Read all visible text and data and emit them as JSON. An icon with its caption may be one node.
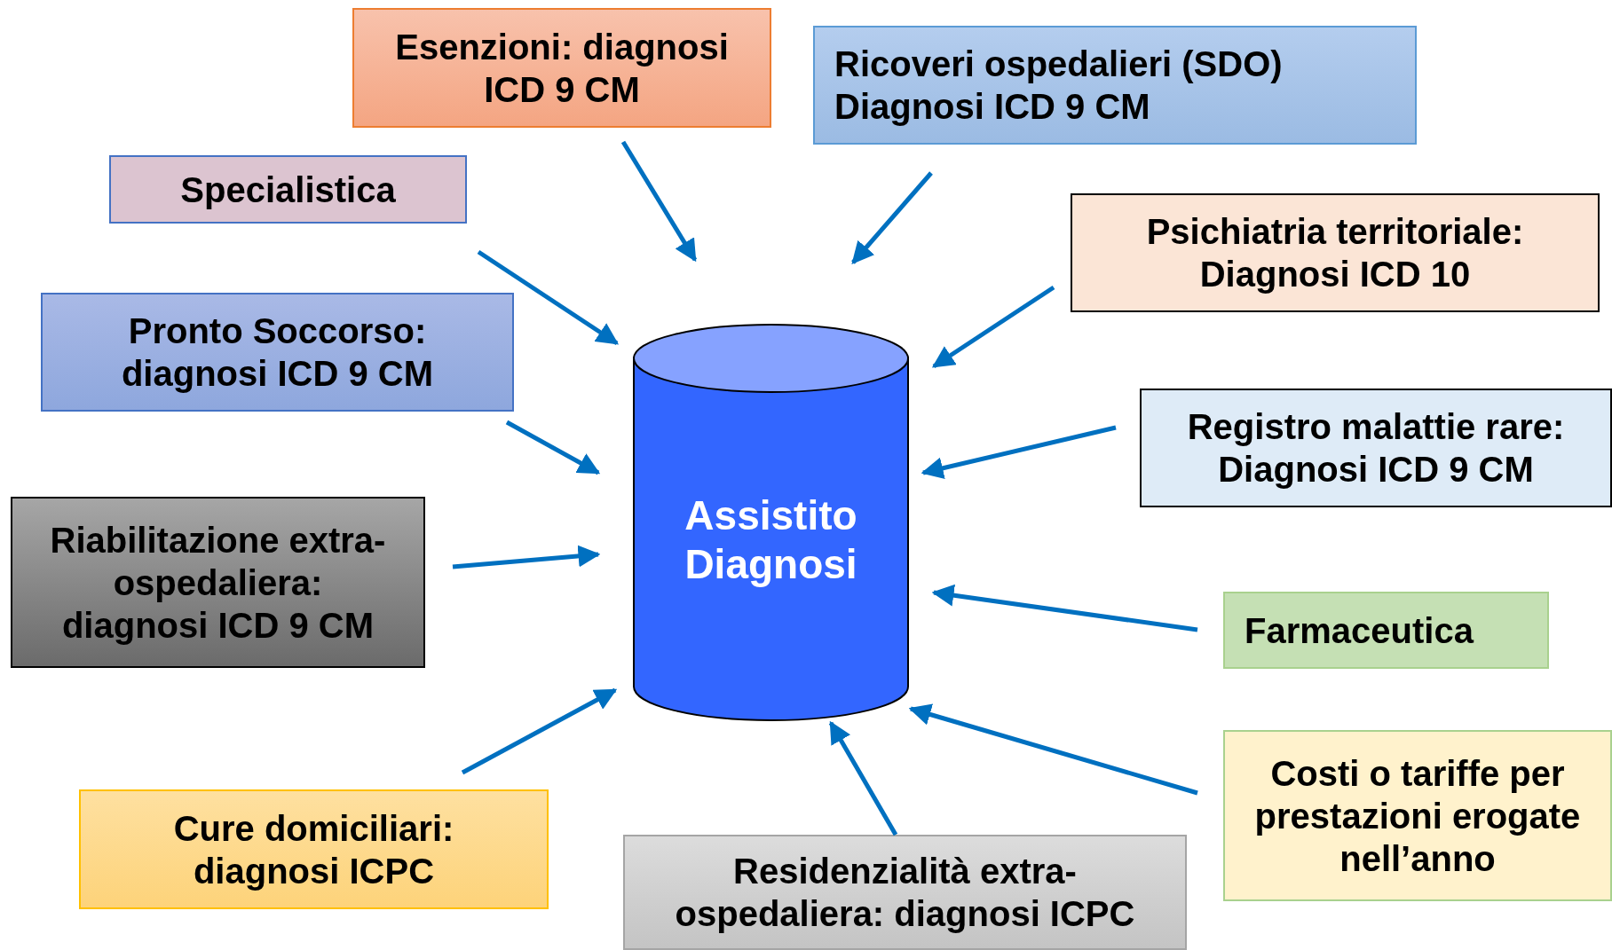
{
  "diagram": {
    "nodes": [
      {
        "text": [
          "Esenzioni: diagnosi ICD 9 CM"
        ]
      },
      {
        "text": [
          "Ricoveri ospedalieri (SDO) Diagnosi ICD 9 CM"
        ]
      },
      {
        "text": [
          "Specialistica"
        ]
      },
      {
        "text": [
          "Psichiatria territoriale: Diagnosi ICD 10"
        ]
      },
      {
        "text": [
          "Pronto Soccorso: diagnosi ICD 9 CM"
        ]
      },
      {
        "text": [
          "Registro malattie rare: Diagnosi ICD 9 CM"
        ]
      },
      {
        "text": [
          "Assistito Diagnosi"
        ]
      },
      {
        "text": [
          "Riabilitazione extra-ospedaliera: diagnosi ICD 9 CM"
        ]
      },
      {
        "text": [
          "Farmaceutica"
        ]
      },
      {
        "text": [
          "Costi o tariffe per prestazioni erogate nell’anno"
        ]
      },
      {
        "text": [
          "Cure domiciliari: diagnosi ICPC"
        ]
      },
      {
        "text": [
          "Residenzialità extra-ospedaliera: diagnosi ICPC"
        ]
      }
    ],
    "edges": [
      {
        "from": 0,
        "to": 6,
        "arrow": "to"
      },
      {
        "from": 1,
        "to": 6,
        "arrow": "to"
      },
      {
        "from": 2,
        "to": 6,
        "arrow": "to"
      },
      {
        "from": 3,
        "to": 6,
        "arrow": "to"
      },
      {
        "from": 4,
        "to": 6,
        "arrow": "to"
      },
      {
        "from": 5,
        "to": 6,
        "arrow": "to"
      },
      {
        "from": 7,
        "to": 6,
        "arrow": "to"
      },
      {
        "from": 8,
        "to": 6,
        "arrow": "to"
      },
      {
        "from": 10,
        "to": 6,
        "arrow": "to"
      },
      {
        "from": 11,
        "to": 6,
        "arrow": "to"
      },
      {
        "from": 9,
        "to": 6,
        "arrow": "to"
      }
    ]
  }
}
